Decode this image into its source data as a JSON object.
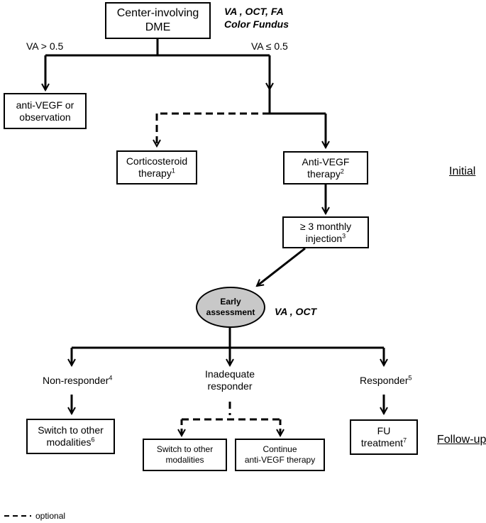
{
  "nodes": {
    "center_involving_dme": [
      "Center-involving",
      "DME"
    ],
    "anti_vegf_or_observation": [
      "anti-VEGF or",
      "observation"
    ],
    "corticosteroid_therapy": {
      "text": [
        "Corticosteroid",
        "therapy"
      ],
      "sup": "1"
    },
    "anti_vegf_therapy": {
      "text": [
        "Anti-VEGF",
        "therapy"
      ],
      "sup": "2"
    },
    "monthly_injection": {
      "text": [
        "≥ 3 monthly",
        "injection"
      ],
      "sup": "3"
    },
    "early_assessment": [
      "Early",
      "assessment"
    ],
    "non_responder": {
      "text": "Non-responder",
      "sup": "4"
    },
    "inadequate_responder": [
      "Inadequate",
      "responder"
    ],
    "responder": {
      "text": "Responder",
      "sup": "5"
    },
    "switch_modalities_left": {
      "text": [
        "Switch to other",
        "modalities"
      ],
      "sup": "6"
    },
    "switch_modalities_middle": [
      "Switch to other",
      "modalities"
    ],
    "continue_anti_vegf": [
      "Continue",
      "anti-VEGF therapy"
    ],
    "fu_treatment": {
      "text": [
        "FU",
        "treatment"
      ],
      "sup": "7"
    }
  },
  "annotations": {
    "top_exams": [
      "VA , OCT, FA",
      "Color Fundus"
    ],
    "early_exams": "VA , OCT",
    "va_high": "VA > 0.5",
    "va_low": "VA ≤ 0.5"
  },
  "phases": {
    "initial": "Initial",
    "follow_up": "Follow-up"
  },
  "legend": {
    "optional": "optional"
  },
  "edges": [
    {
      "from": "center_involving_dme",
      "to": "anti_vegf_or_observation",
      "style": "solid",
      "label": "VA > 0.5"
    },
    {
      "from": "center_involving_dme",
      "to": "anti_vegf_therapy",
      "style": "solid",
      "label": "VA ≤ 0.5"
    },
    {
      "from": "center_involving_dme",
      "to": "corticosteroid_therapy",
      "style": "dashed"
    },
    {
      "from": "anti_vegf_therapy",
      "to": "monthly_injection",
      "style": "solid"
    },
    {
      "from": "monthly_injection",
      "to": "early_assessment",
      "style": "solid"
    },
    {
      "from": "early_assessment",
      "to": "non_responder",
      "style": "solid"
    },
    {
      "from": "early_assessment",
      "to": "inadequate_responder",
      "style": "solid"
    },
    {
      "from": "early_assessment",
      "to": "responder",
      "style": "solid"
    },
    {
      "from": "non_responder",
      "to": "switch_modalities_left",
      "style": "solid"
    },
    {
      "from": "inadequate_responder",
      "to": "switch_modalities_middle",
      "style": "dashed"
    },
    {
      "from": "inadequate_responder",
      "to": "continue_anti_vegf",
      "style": "dashed"
    },
    {
      "from": "responder",
      "to": "fu_treatment",
      "style": "solid"
    }
  ]
}
